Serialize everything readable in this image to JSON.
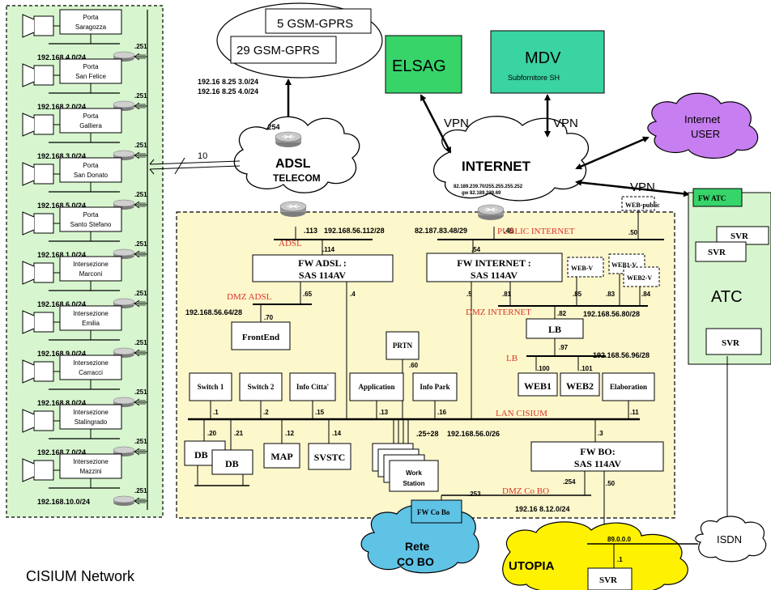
{
  "caption": "CISIUM Network",
  "gsm": {
    "box1": "5 GSM-GPRS",
    "box2": "29 GSM-GPRS",
    "net1": "192.16 8.25 3.0/24",
    "net2": "192.16 8.25 4.0/24"
  },
  "gates": [
    {
      "line1": "Porta",
      "line2": "Saragozza",
      "net": "192.168.4.0/24"
    },
    {
      "line1": "Porta",
      "line2": "San Felice",
      "net": "192.168.2.0/24"
    },
    {
      "line1": "Porta",
      "line2": "Galliera",
      "net": "192.168.3.0/24"
    },
    {
      "line1": "Porta",
      "line2": "San Donato",
      "net": "192.168.5.0/24"
    },
    {
      "line1": "Porta",
      "line2": "Santo Stefano",
      "net": "192.168.1.0/24"
    },
    {
      "line1": "Intersezione",
      "line2": "Marconi",
      "net": "192.168.6.0/24"
    },
    {
      "line1": "Intersezione",
      "line2": "Emilia",
      "net": "192.168.9.0/24"
    },
    {
      "line1": "Intersezione",
      "line2": "Carracci",
      "net": "192.168.8.0/24"
    },
    {
      "line1": "Intersezione",
      "line2": "Stalingrado",
      "net": "192.168.7.0/24"
    },
    {
      "line1": "Intersezione",
      "line2": "Mazzini",
      "net": "192.168.10.0/24"
    }
  ],
  "gate_ip": ".251",
  "adsl": {
    "title": "ADSL",
    "sub": "TELECOM",
    "ip254": ".254",
    "links": "10",
    "ip113": ".113",
    "net": "192.168.56.112/28",
    "label": "ADSL",
    "ip114": ".114"
  },
  "elsag": "ELSAG",
  "mdv": {
    "title": "MDV",
    "sub": "Subfornitore SH"
  },
  "vpn": [
    "VPN",
    "VPN",
    "VPN"
  ],
  "internet": {
    "title": "INTERNET",
    "sub1": "82.189.239.70/255.255.255.252",
    "sub2": "gw 82.189.239.69",
    "ip49": ".49",
    "net": "82.187.83.48/29",
    "public": "PUBLIC INTERNET",
    "ip54": ".54",
    "ip50": ".50"
  },
  "internet_user": {
    "line1": "Internet",
    "line2": "USER"
  },
  "fw_adsl": {
    "line1": "FW ADSL :",
    "line2": "SAS 114AV",
    "ip65": ".65",
    "ip4": ".4"
  },
  "fw_internet": {
    "line1": "FW INTERNET :",
    "line2": "SAS 114AV",
    "ip5": ".5",
    "ip81": ".81"
  },
  "dmz_adsl": {
    "label": "DMZ ADSL",
    "net": "192.168.56.64/28",
    "ip70": ".70",
    "frontend": "FrontEnd"
  },
  "dmz_internet": {
    "label": "DMZ INTERNET",
    "ip82": ".82",
    "net": "192.168.56.80/28",
    "ip85": ".85",
    "ip83": ".83",
    "ip84": ".84"
  },
  "web_public": "WEB-public",
  "web_v": "WEB-V",
  "web1_v": "WEB1-V",
  "web2_v": "WEB2-V",
  "lb": {
    "box": "LB",
    "ip97": ".97",
    "label": "LB",
    "net": "192.168.56.96/28"
  },
  "web1": {
    "name": "WEB1",
    "ip": ".100"
  },
  "web2": {
    "name": "WEB2",
    "ip": ".101"
  },
  "elaboration": "Elaboration",
  "prtn": {
    "name": "PRTN",
    "ip": ".60"
  },
  "lan_servers": [
    {
      "name": "Switch 1",
      "ip": ".1"
    },
    {
      "name": "Switch 2",
      "ip": ".2"
    },
    {
      "name": "Info Citta'",
      "ip": ".15"
    },
    {
      "name": "Application",
      "ip": ".13"
    },
    {
      "name": "Info Park",
      "ip": ".16"
    }
  ],
  "lan": {
    "label": "LAN CISIUM",
    "net": "192.168.56.0/26",
    "ip11": ".11",
    "ip3": ".3",
    "ip25": ".25÷28"
  },
  "db": {
    "db1": "DB",
    "db2": "DB",
    "ip20": ".20",
    "ip21": ".21"
  },
  "map": {
    "name": "MAP",
    "ip": ".12"
  },
  "svstc": {
    "name": "SVSTC",
    "ip": ".14"
  },
  "workstation": {
    "line1": "Work",
    "line2": "Station"
  },
  "fw_bo": {
    "line1": "FW BO:",
    "line2": "SAS 114AV",
    "ip254": ".254",
    "ip50": ".50"
  },
  "dmz_cobo": {
    "label": "DMZ Co BO",
    "net": "192.16 8.12.0/24",
    "ip253": ".253"
  },
  "fw_cobo": "FW Co Bo",
  "rete_cobo": {
    "line1": "Rete",
    "line2": "CO BO"
  },
  "utopia": {
    "title": "UTOPIA",
    "net": "89.0.0.0",
    "ip": ".1",
    "svr": "SVR"
  },
  "isdn": "ISDN",
  "atc": {
    "fw": "FW ATC",
    "title": "ATC",
    "svr1": "SVR",
    "svr2": "SVR",
    "svr3": "SVR"
  }
}
